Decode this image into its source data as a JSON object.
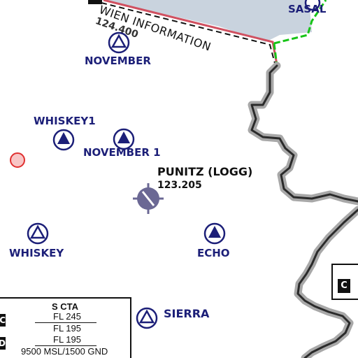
{
  "map": {
    "airspace": {
      "name": "WIEN INFORMATION",
      "frequency": "124.400"
    },
    "waypoints": {
      "sasal": "SASAL",
      "november": "NOVEMBER",
      "whiskey1": "WHISKEY1",
      "november1": "NOVEMBER 1",
      "whiskey": "WHISKEY",
      "echo": "ECHO",
      "sierra": "SIERRA"
    },
    "airport": {
      "name": "PUNITZ (LOGG)",
      "frequency": "123.205"
    },
    "airspace_class_badge": "C",
    "cta_box": {
      "title": "S CTA",
      "rows": [
        {
          "class": "C",
          "upper": "FL 245",
          "lower": "FL 195"
        },
        {
          "class": "D",
          "upper": "FL 195",
          "lower": "9500 MSL/1500 GND"
        }
      ]
    },
    "colors": {
      "waypoint": "#1c1f78",
      "airport": "#6b6894",
      "restricted_area": "#c9d3de",
      "border": "#2a2a2a",
      "border_halo": "#a8a8a8",
      "route": "#17c417"
    }
  }
}
